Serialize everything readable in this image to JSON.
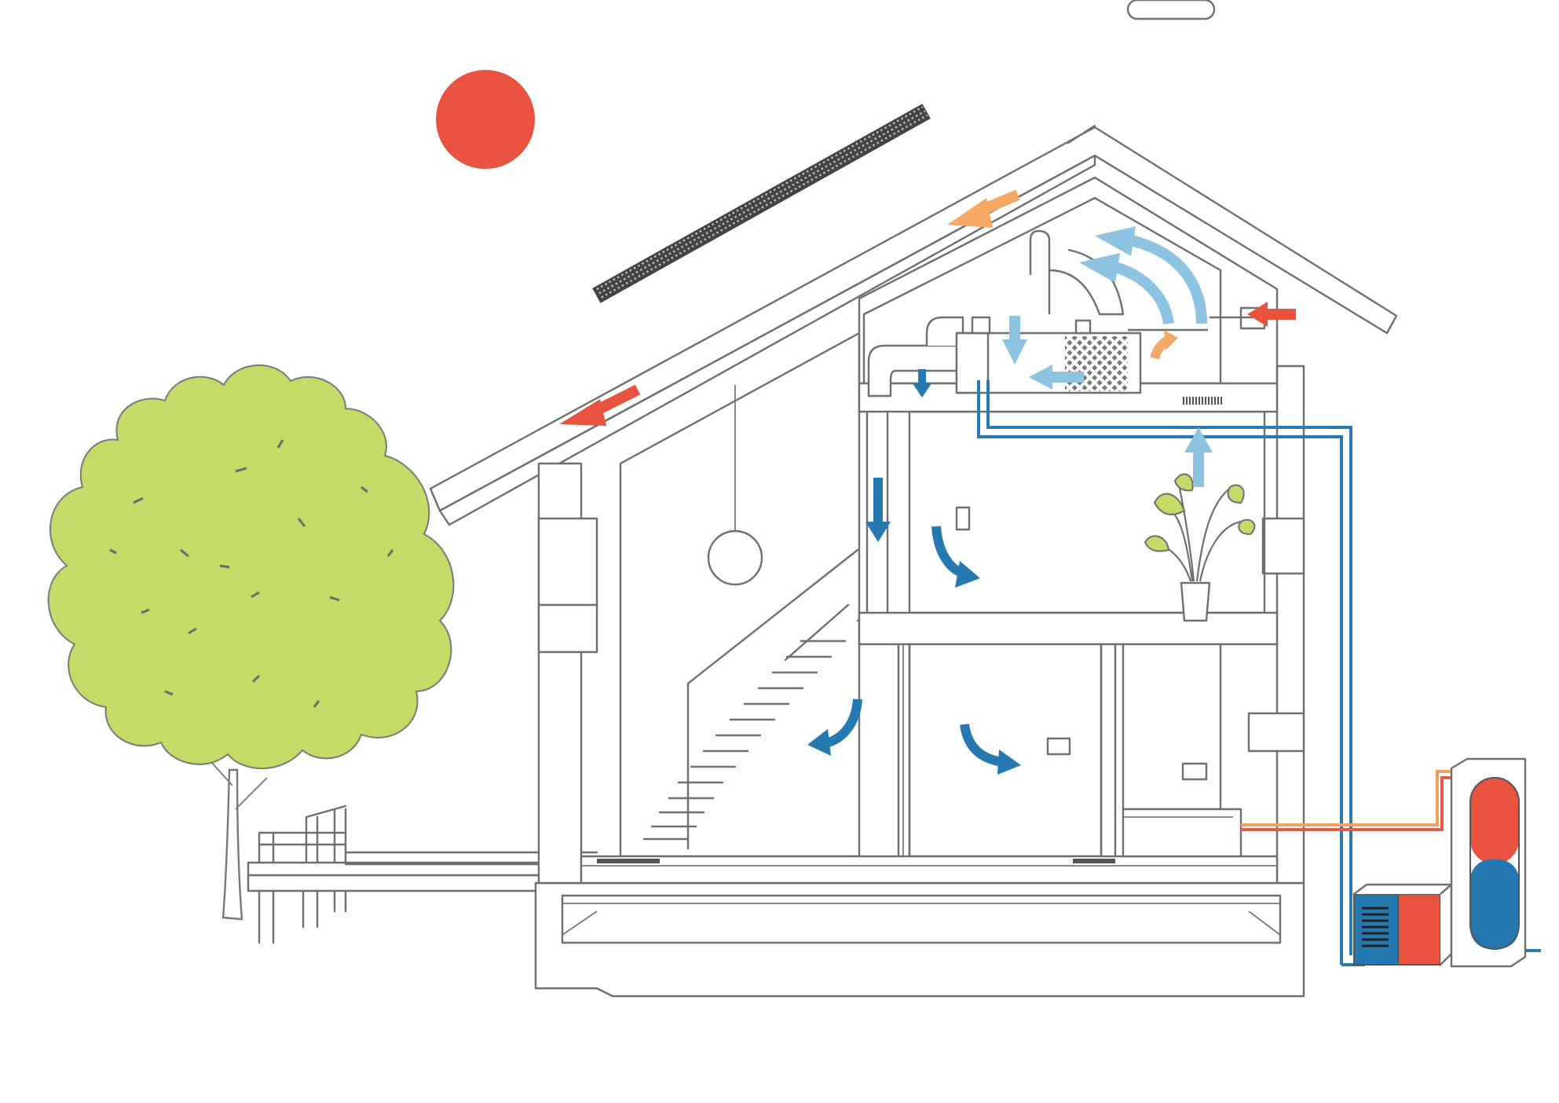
{
  "colors": {
    "sun": "#e8523f",
    "tree": "#c3dc68",
    "line": "#6f6f6f",
    "cool_air_light": "#8ec3e2",
    "cool_air_dark": "#2579b0",
    "warm_air": "#f5a965",
    "exhaust": "#e8523f",
    "tank_hot": "#e8523f",
    "tank_cold": "#2579b0"
  },
  "icons": {
    "sun": "sun-icon",
    "tree": "tree-icon",
    "plant": "potted-plant-icon",
    "solar_panel": "solar-panel-icon",
    "heat_exchanger": "heat-exchanger-icon",
    "heat_pump": "heat-pump-icon",
    "water_tank": "hot-water-tank-icon"
  },
  "airflow_arrows": [
    {
      "name": "roof-intake-arrow",
      "kind": "warm_air"
    },
    {
      "name": "roof-exhaust-arrow",
      "kind": "exhaust"
    },
    {
      "name": "attic-fresh-air-arrow",
      "kind": "exhaust"
    },
    {
      "name": "attic-circulation-arrow-1",
      "kind": "cool_air_light"
    },
    {
      "name": "attic-circulation-arrow-2",
      "kind": "cool_air_light"
    },
    {
      "name": "upstairs-rising-arrow",
      "kind": "cool_air_light"
    },
    {
      "name": "downstairs-supply-arrow",
      "kind": "cool_air_dark"
    }
  ]
}
